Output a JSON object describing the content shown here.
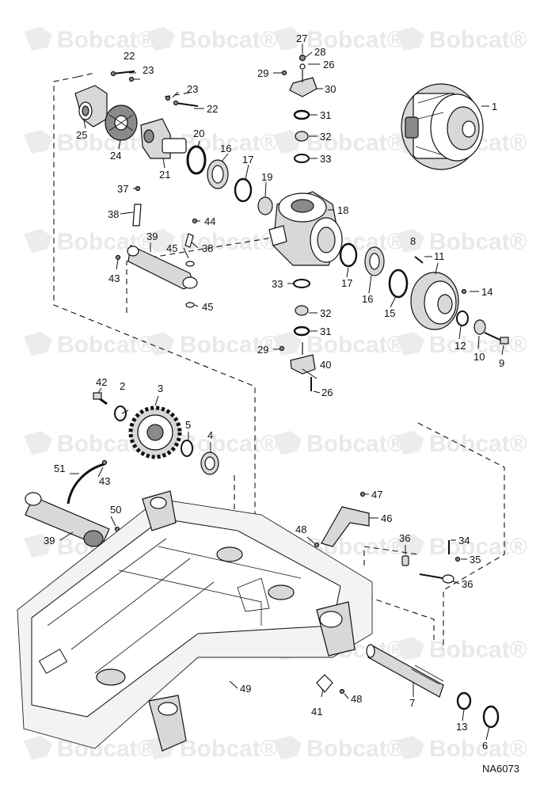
{
  "watermark": {
    "text": "Bobcat",
    "trademark": "®"
  },
  "drawing_code": "NA6073",
  "callouts": {
    "p1": "1",
    "p2": "2",
    "p3": "3",
    "p4": "4",
    "p5": "5",
    "p6": "6",
    "p7": "7",
    "p8": "8",
    "p9": "9",
    "p10": "10",
    "p11": "11",
    "p12": "12",
    "p13": "13",
    "p14": "14",
    "p15": "15",
    "p16a": "16",
    "p16b": "16",
    "p17a": "17",
    "p17b": "17",
    "p18": "18",
    "p19": "19",
    "p20": "20",
    "p21": "21",
    "p22a": "22",
    "p22b": "22",
    "p23a": "23",
    "p23b": "23",
    "p24": "24",
    "p25": "25",
    "p26a": "26",
    "p26b": "26",
    "p27": "27",
    "p28": "28",
    "p29a": "29",
    "p29b": "29",
    "p30": "30",
    "p31a": "31",
    "p31b": "31",
    "p32a": "32",
    "p32b": "32",
    "p33a": "33",
    "p33b": "33",
    "p34": "34",
    "p35": "35",
    "p36a": "36",
    "p36b": "36",
    "p37": "37",
    "p38a": "38",
    "p38b": "38",
    "p39a": "39",
    "p39b": "39",
    "p40": "40",
    "p41": "41",
    "p42": "42",
    "p43a": "43",
    "p43b": "43",
    "p44": "44",
    "p45a": "45",
    "p45b": "45",
    "p46": "46",
    "p47": "47",
    "p48a": "48",
    "p48b": "48",
    "p49": "49",
    "p50": "50",
    "p51": "51"
  }
}
